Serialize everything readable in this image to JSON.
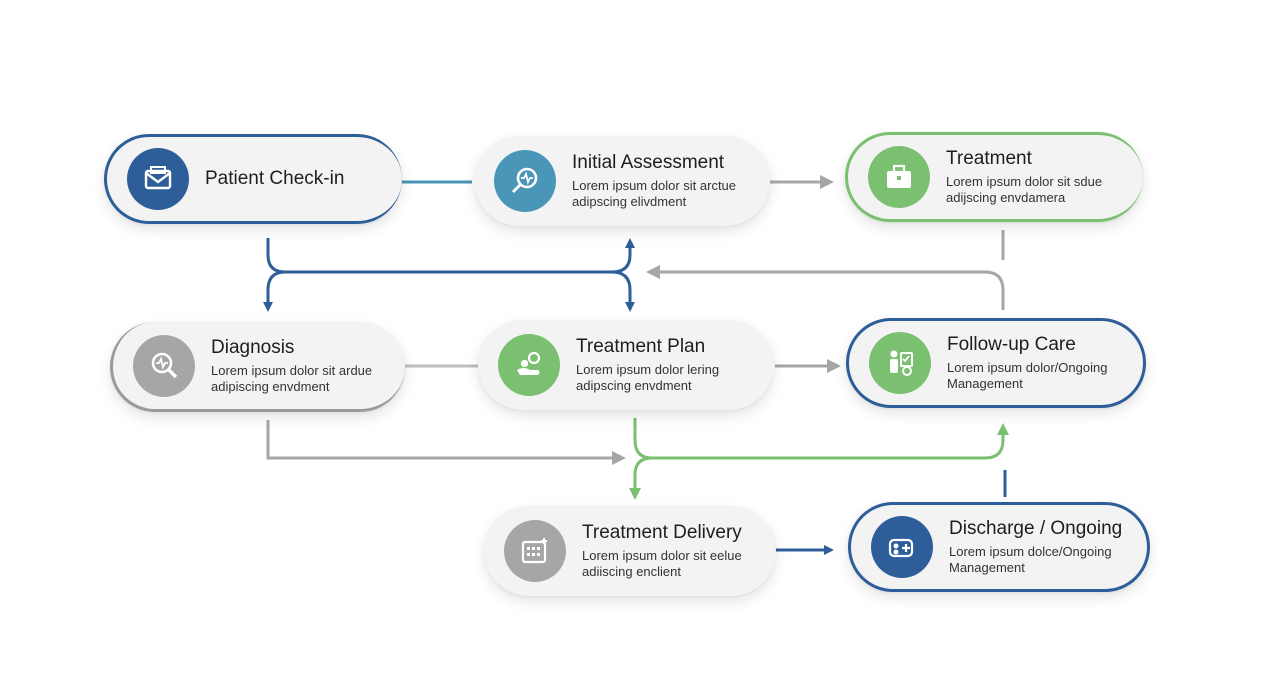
{
  "colors": {
    "blue": "#2d5e99",
    "teal": "#4a96b8",
    "green": "#7ac070",
    "gray": "#a6a6a6",
    "card": "#f3f3f3"
  },
  "nodes": {
    "check_in": {
      "title": "Patient Check-in",
      "icon": "envelope-icon"
    },
    "initial_assessment": {
      "title": "Initial Assessment",
      "desc1": "Lorem ipsum dolor sit arctue",
      "desc2": "adipscing elivdment",
      "icon": "magnifier-heartbeat-icon"
    },
    "treatment": {
      "title": "Treatment",
      "desc1": "Lorem ipsum dolor sit sdue",
      "desc2": "adijscing envdamera",
      "icon": "briefcase-icon"
    },
    "diagnosis": {
      "title": "Diagnosis",
      "desc1": "Lorem ipsum dolor sit ardue",
      "desc2": "adipiscing envdment",
      "icon": "magnifier-icon"
    },
    "treatment_plan": {
      "title": "Treatment Plan",
      "desc1": "Lorem ipsum dolor lering",
      "desc2": "adipscing envdment",
      "icon": "hand-pill-icon"
    },
    "follow_up": {
      "title": "Follow-up Care",
      "desc1": "Lorem ipsum dolor/Ongoing",
      "desc2": "Management",
      "icon": "person-checklist-icon"
    },
    "delivery": {
      "title": "Treatment Delivery",
      "desc1": "Lorem ipsum dolor sit eelue",
      "desc2": "adiiscing enclient",
      "icon": "calendar-icon"
    },
    "discharge": {
      "title": "Discharge / Ongoing",
      "desc1": "Lorem ipsum dolce/Ongoing",
      "desc2": "Management",
      "icon": "pills-plus-icon"
    }
  }
}
